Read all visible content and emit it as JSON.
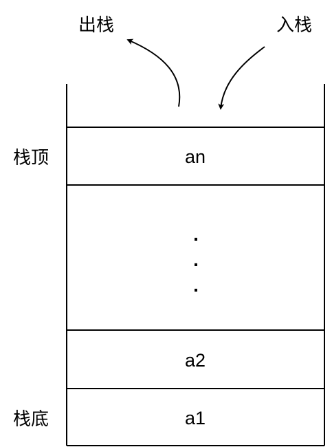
{
  "labels": {
    "pop": "出栈",
    "push": "入栈",
    "top": "栈顶",
    "bottom": "栈底"
  },
  "cells": {
    "top": "an",
    "dots": [
      ".",
      ".",
      "."
    ],
    "second": "a2",
    "bottom": "a1"
  },
  "colors": {
    "line": "#000000",
    "background": "#ffffff"
  }
}
